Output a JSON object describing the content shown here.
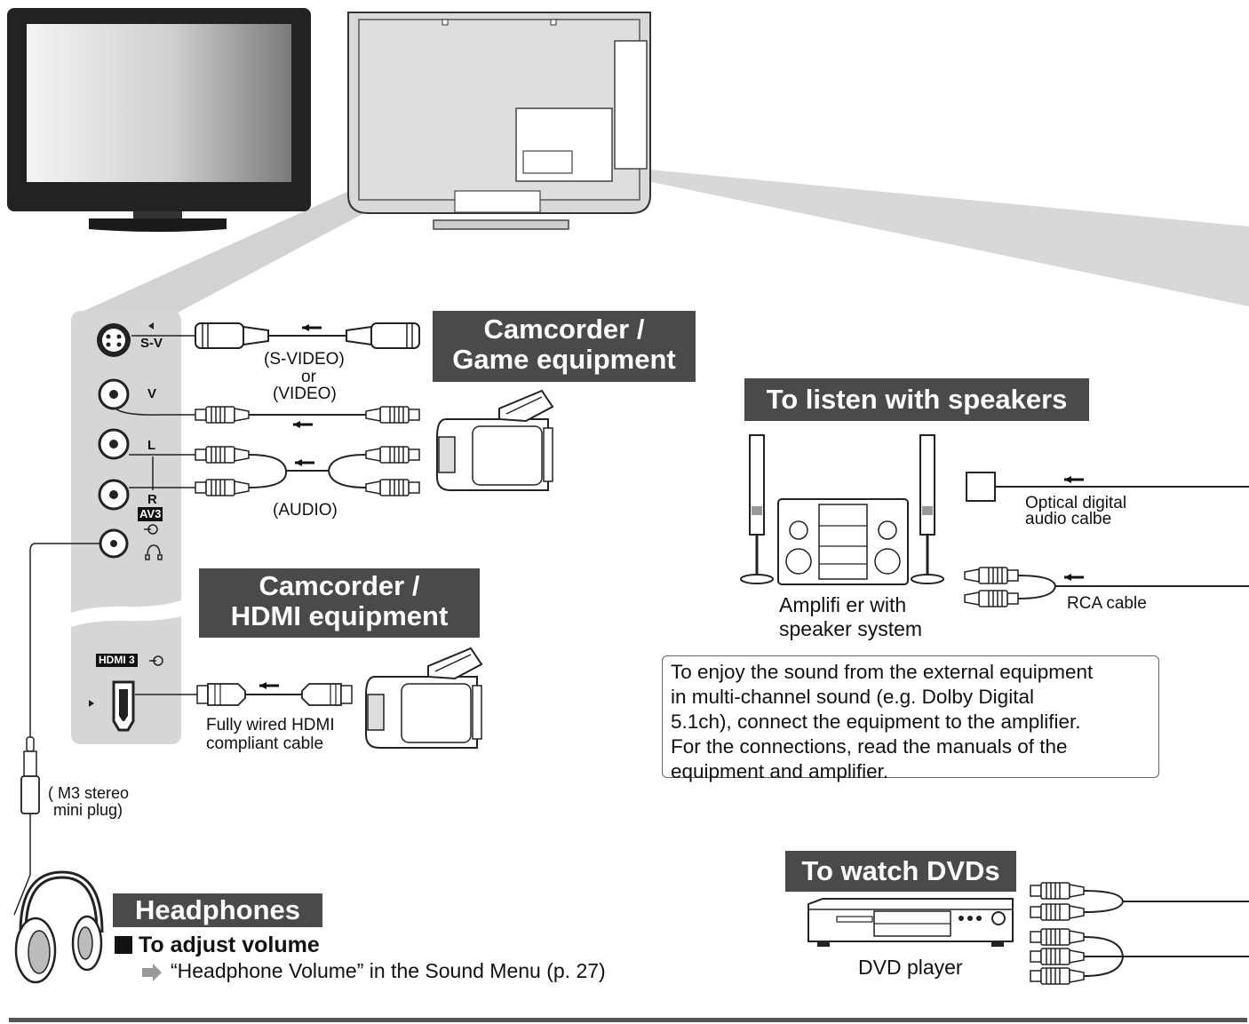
{
  "headers": {
    "camcorder_game": [
      "Camcorder /",
      "Game equipment"
    ],
    "camcorder_hdmi": [
      "Camcorder /",
      "HDMI equipment"
    ],
    "speakers": "To listen with speakers",
    "dvds": "To watch DVDs",
    "headphones": "Headphones"
  },
  "ports": {
    "sv": "S-V",
    "v": "V",
    "l": "L",
    "r": "R",
    "av3": "AV3",
    "hdmi3": "HDMI 3"
  },
  "cables": {
    "svideo": "(S-VIDEO)",
    "or": "or",
    "video": "(VIDEO)",
    "audio": "(AUDIO)",
    "hdmi": [
      "Fully wired HDMI",
      "compliant cable"
    ],
    "mini_plug": [
      "( M3 stereo",
      "mini plug)"
    ],
    "optical": [
      "Optical digital",
      "audio calbe"
    ],
    "rca": "RCA cable"
  },
  "devices": {
    "amplifier": [
      "Amplifi er with",
      "speaker system"
    ],
    "dvd_player": "DVD player"
  },
  "note": [
    "To enjoy the sound from the external equipment",
    "in multi-channel sound (e.g. Dolby Digital",
    "5.1ch), connect the equipment to the amplifier.",
    "For the connections, read the manuals of the",
    "equipment and amplifier."
  ],
  "volume": {
    "title": "To adjust volume",
    "instruction": "“Headphone Volume” in the Sound Menu (p. 27)"
  },
  "colors": {
    "header_bg": "#4a4a4a",
    "panel_bg": "#d6d6d6",
    "line": "#333333"
  },
  "icons": [
    "tv-front-icon",
    "tv-back-icon",
    "svideo-plug-icon",
    "rca-plug-icon",
    "hdmi-plug-icon",
    "camcorder-icon",
    "speaker-icon",
    "amplifier-icon",
    "optical-plug-icon",
    "dvd-player-icon",
    "headphones-icon",
    "mini-plug-icon",
    "arrow-icon"
  ]
}
